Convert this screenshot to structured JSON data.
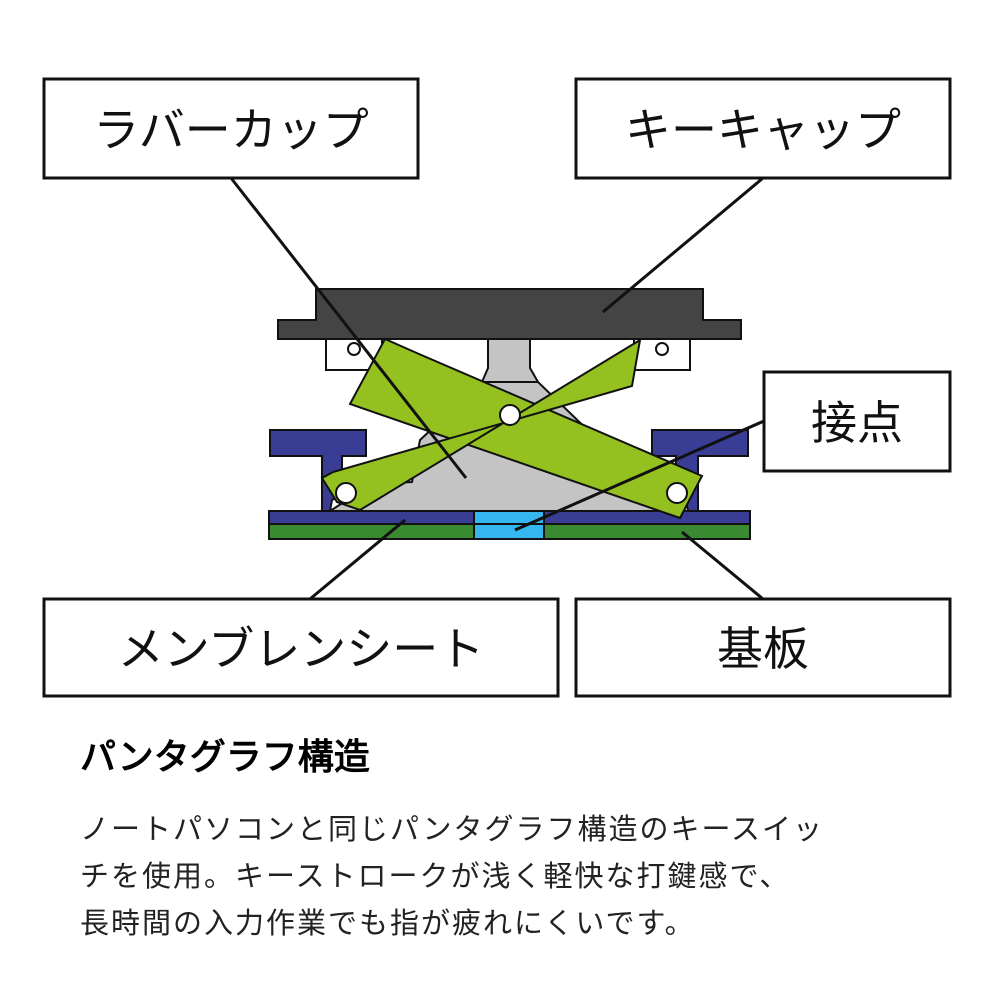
{
  "labels": {
    "rubber_cup": "ラバーカップ",
    "keycap": "キーキャップ",
    "contact": "接点",
    "membrane_sheet": "メンブレンシート",
    "board": "基板"
  },
  "colors": {
    "keycap": "#444444",
    "scissor": "#94c11f",
    "rubber_cup": "#c4c4c4",
    "membrane": "#3a3d94",
    "board": "#3a8a32",
    "contact": "#35b6ef"
  },
  "heading": "パンタグラフ構造",
  "description": [
    "ノートパソコンと同じパンタグラフ構造のキースイッ",
    "チを使用。キーストロークが浅く軽快な打鍵感で、",
    "長時間の入力作業でも指が疲れにくいです。"
  ]
}
